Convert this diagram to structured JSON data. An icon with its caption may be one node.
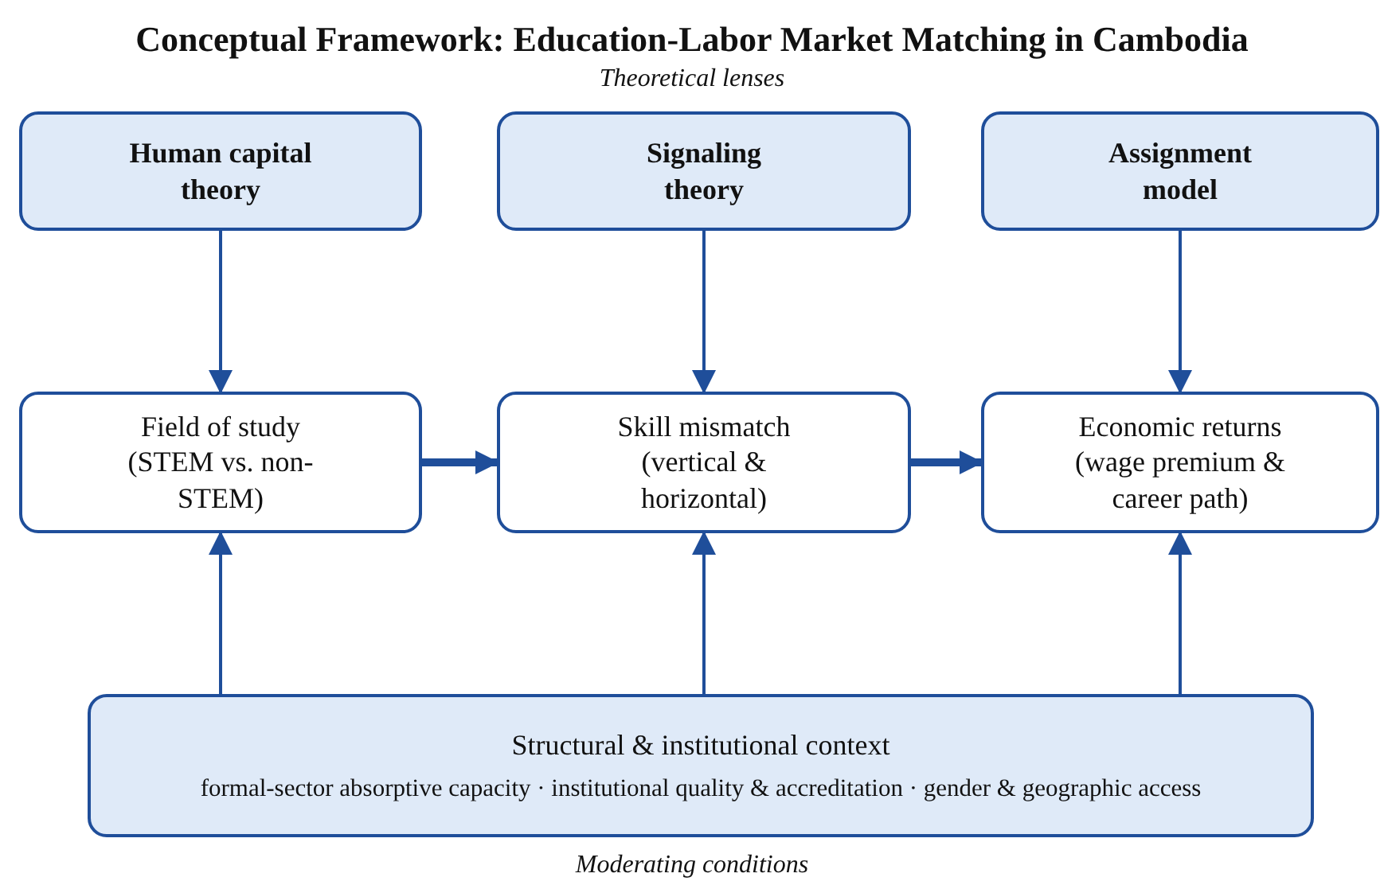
{
  "diagram": {
    "title": "Conceptual Framework: Education-Labor Market Matching in Cambodia",
    "nodes": [
      {
        "text": [
          "Human capital theory"
        ]
      },
      {
        "text": [
          "Signaling theory"
        ]
      },
      {
        "text": [
          "Assignment model"
        ]
      },
      {
        "text": [
          "Field of study (STEM vs. non-STEM)"
        ]
      },
      {
        "text": [
          "Skill mismatch (vertical & horizontal)"
        ]
      },
      {
        "text": [
          "Economic returns (wage premium & career path)"
        ]
      },
      {
        "text": [
          "Structural & institutional context",
          "formal-sector absorptive capacity · institutional quality & accreditation · gender & geographic access"
        ]
      }
    ],
    "edges": [
      {
        "from": 0,
        "to": 3,
        "arrow": "to"
      },
      {
        "from": 1,
        "to": 4,
        "arrow": "to"
      },
      {
        "from": 2,
        "to": 5,
        "arrow": "to"
      },
      {
        "from": 3,
        "to": 4,
        "arrow": "to",
        "style": "thick"
      },
      {
        "from": 4,
        "to": 5,
        "arrow": "to",
        "style": "thick"
      },
      {
        "from": 6,
        "to": 3,
        "arrow": "to"
      },
      {
        "from": 6,
        "to": 4,
        "arrow": "to"
      },
      {
        "from": 6,
        "to": 5,
        "arrow": "to"
      }
    ],
    "labels": [
      "Theoretical lenses",
      "Moderating conditions"
    ]
  }
}
